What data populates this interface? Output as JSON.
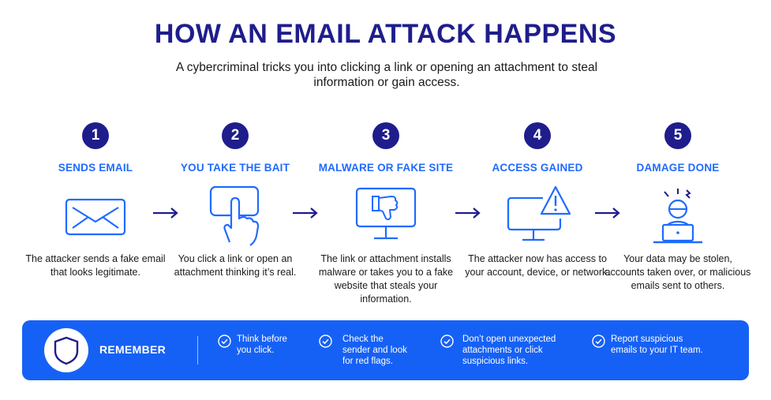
{
  "header": {
    "title": "HOW AN EMAIL ATTACK HAPPENS",
    "subtitle": "A cybercriminal tricks you into clicking a link or opening an attachment to steal information or gain access."
  },
  "steps": [
    {
      "number": "1",
      "title": "SENDS EMAIL",
      "icon": "envelope-icon",
      "description": "The attacker sends a fake email that looks legitimate."
    },
    {
      "number": "2",
      "title": "YOU TAKE THE BAIT",
      "icon": "pointing-hand-icon",
      "description": "You click a link or open an attachment thinking it’s real."
    },
    {
      "number": "3",
      "title": "MALWARE OR FAKE SITE",
      "icon": "monitor-thumbs-down-icon",
      "description": "The link or attachment installs malware or takes you to a fake website that steals your information."
    },
    {
      "number": "4",
      "title": "ACCESS GAINED",
      "icon": "monitor-warning-icon",
      "description": "The attacker now has access to your account, device, or network."
    },
    {
      "number": "5",
      "title": "DAMAGE DONE",
      "icon": "user-laptop-alert-icon",
      "description": "Your data may be stolen, accounts taken over, or malicious emails sent to others."
    }
  ],
  "banner": {
    "label": "REMEMBER",
    "icon": "shield-icon",
    "tips": [
      {
        "l1": "Think before",
        "l2": "you click.",
        "l3": ""
      },
      {
        "l1": "Check the",
        "l2": "sender and look",
        "l3": "for red flags."
      },
      {
        "l1": "Don’t open unexpected",
        "l2": "attachments or click",
        "l3": "suspicious links."
      },
      {
        "l1": "Report suspicious",
        "l2": "emails to your IT team.",
        "l3": ""
      }
    ]
  },
  "colors": {
    "navy": "#1f1d8c",
    "accent_blue": "#1f6bff",
    "banner_blue": "#1661f5"
  }
}
